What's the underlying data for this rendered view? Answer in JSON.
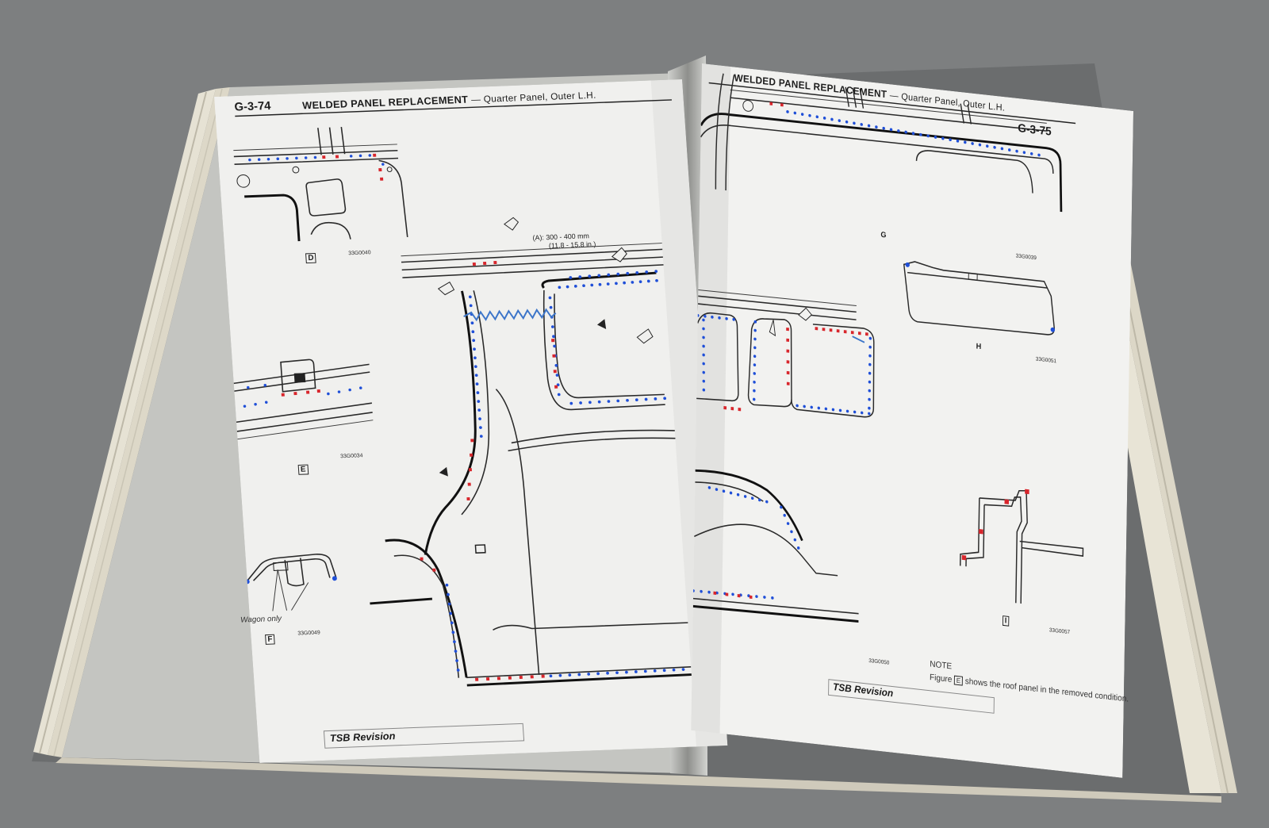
{
  "left_page": {
    "page_number": "G-3-74",
    "header_title": "WELDED PANEL REPLACEMENT",
    "header_subtitle": "— Quarter Panel, Outer L.H.",
    "figures": [
      {
        "id": "D",
        "code": "33G0040"
      },
      {
        "id": "E",
        "code": "33G0034"
      },
      {
        "id": "F",
        "code": "33G0049",
        "caption": "Wagon only"
      }
    ],
    "measurement": {
      "label": "(A):  300 - 400 mm",
      "inches": "(11.8 - 15.8 in.)"
    },
    "footer_tag": "TSB Revision"
  },
  "right_page": {
    "page_number": "G-3-75",
    "header_title": "WELDED PANEL REPLACEMENT",
    "header_subtitle": "— Quarter Panel, Outer L.H.",
    "figures": [
      {
        "id": "G",
        "code": "33G0039"
      },
      {
        "id": "H",
        "code": "33G0051"
      },
      {
        "id": "I",
        "code": "33G0057"
      }
    ],
    "main_code": "33G0050",
    "note_title": "NOTE",
    "note_text_before": "Figure",
    "note_figure_ref": "E",
    "note_text_after": "shows the roof panel in the removed condition.",
    "footer_tag": "TSB Revision"
  },
  "colors": {
    "background": "#7d7f80",
    "paper": "#f0f0ee",
    "ink": "#222222",
    "spot_weld_blue": "#1f4fd8",
    "spot_weld_red": "#d8262c"
  }
}
